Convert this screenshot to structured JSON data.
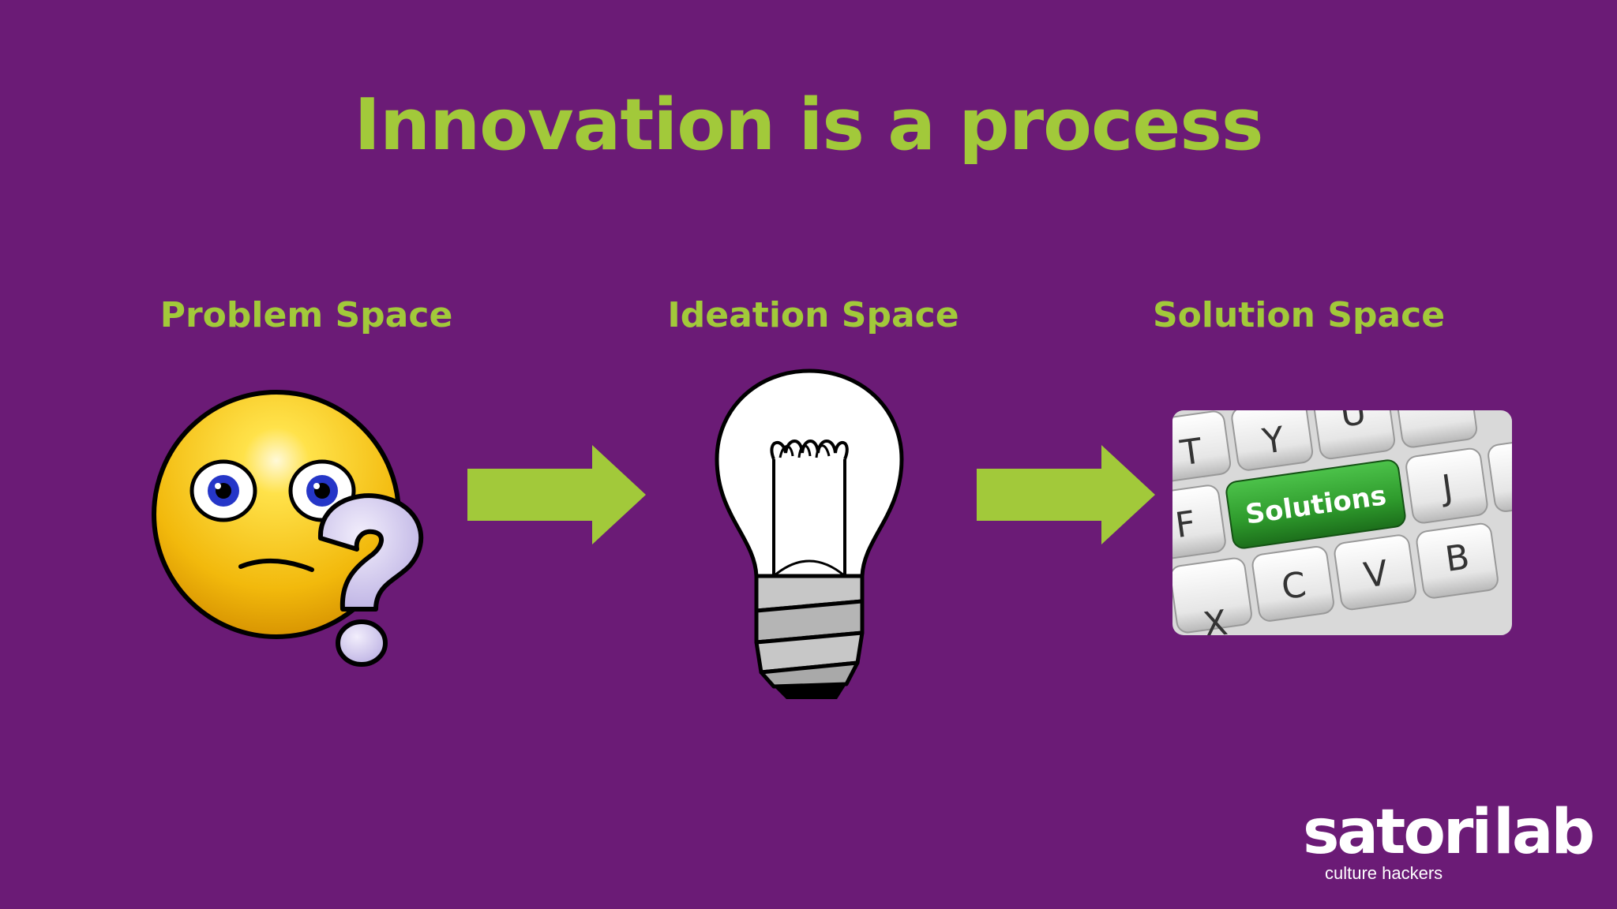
{
  "title": "Innovation is a process",
  "spaces": [
    {
      "label": "Problem Space",
      "icon": "confused-face-question-icon"
    },
    {
      "label": "Ideation Space",
      "icon": "light-bulb-icon"
    },
    {
      "label": "Solution Space",
      "icon": "keyboard-solutions-key-icon"
    }
  ],
  "keyboard": {
    "key_label": "Solutions",
    "letters": [
      "T",
      "Y",
      "U",
      "F",
      "J",
      "C",
      "V",
      "B",
      "X"
    ]
  },
  "logo": {
    "wordmark_left": "satori",
    "wordmark_right": "lab",
    "tagline": "culture hackers"
  },
  "colors": {
    "background": "#6b1b76",
    "accent": "#a2c93a",
    "key_green": "#2e9a2c"
  }
}
